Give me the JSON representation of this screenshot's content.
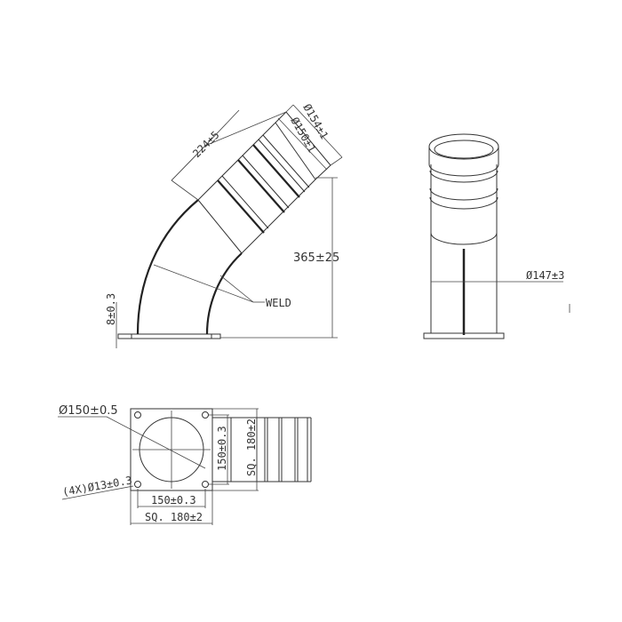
{
  "drawing": {
    "side_view": {
      "dim_length": "224±5",
      "dim_outer_dia": "Ø154±1",
      "dim_inner_dia": "Ø150±1",
      "dim_height": "365±25",
      "dim_flange_thickness": "8±0.3",
      "weld_label": "WELD"
    },
    "front_view": {
      "dim_dia": "Ø147±3"
    },
    "top_view": {
      "dim_bore": "Ø150±0.5",
      "dim_holes": "(4X)Ø13±0.3",
      "dim_hole_spacing_h": "150±0.3",
      "dim_flange_square_h": "SQ. 180±2",
      "dim_hole_spacing_v": "150±0.3",
      "dim_flange_square_v": "SQ. 180±2"
    }
  }
}
